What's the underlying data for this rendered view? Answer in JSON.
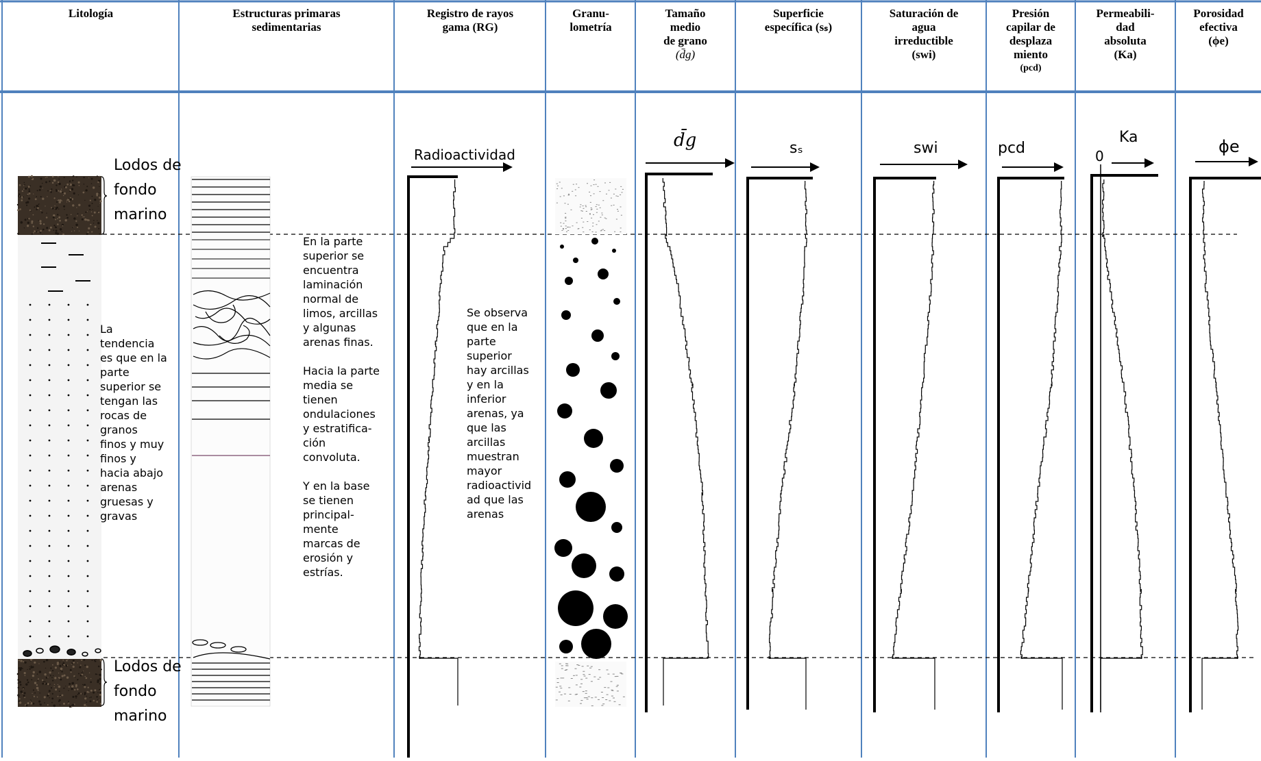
{
  "colors": {
    "grid": "#4f81bd",
    "mud": "#3a2f25",
    "ink": "#000000"
  },
  "headers": [
    {
      "id": "litologia",
      "lines": [
        "Litología"
      ]
    },
    {
      "id": "estructuras",
      "lines": [
        "Estructuras primaras",
        "sedimentarias"
      ]
    },
    {
      "id": "rg",
      "lines": [
        "Registro de rayos",
        "gama (RG)"
      ]
    },
    {
      "id": "granulometria",
      "lines": [
        "Granu-",
        "lometría"
      ]
    },
    {
      "id": "tamano",
      "lines": [
        "Tamaño",
        "medio",
        "de grano",
        "(d̄g)"
      ]
    },
    {
      "id": "superficie",
      "lines": [
        "Superficie",
        "específica (sₛ)"
      ]
    },
    {
      "id": "saturacion",
      "lines": [
        "Saturación de",
        "agua",
        "irreductible",
        "(swi)"
      ]
    },
    {
      "id": "presion",
      "lines": [
        "Presión",
        "capilar de",
        "desplaza",
        "miento",
        "(pcd)"
      ]
    },
    {
      "id": "permeabilidad",
      "lines": [
        "Permeabili-",
        "dad",
        "absoluta",
        "(Ka)"
      ]
    },
    {
      "id": "porosidad",
      "lines": [
        "Porosidad",
        "efectiva",
        "(ϕe)"
      ]
    }
  ],
  "lithology": {
    "top_label": [
      "Lodos de",
      "fondo",
      "marino"
    ],
    "bottom_label": [
      "Lodos de",
      "fondo",
      "marino"
    ],
    "note": [
      "La",
      "tendencia",
      "es que en la",
      "parte",
      "superior se",
      "tengan las",
      "rocas de",
      "granos",
      "finos y muy",
      "finos y",
      "hacia abajo",
      "arenas",
      "gruesas y",
      "gravas"
    ]
  },
  "structures_note": [
    "En la parte",
    "superior se",
    "encuentra",
    "laminación",
    "normal de",
    "limos, arcillas",
    "y algunas",
    "arenas finas.",
    "",
    "Hacia la parte",
    "media se",
    "tienen",
    "ondulaciones",
    "y estratifica-",
    "ción",
    "convoluta.",
    "",
    "Y en la base",
    "se tienen",
    "principal-",
    "mente",
    "marcas de",
    "erosión y",
    "estrías."
  ],
  "rg_note": [
    "Se observa",
    "que en la",
    "parte",
    "superior",
    "hay arcillas",
    "y en la",
    "inferior",
    "arenas, ya",
    "que las",
    "arcillas",
    "muestran",
    "mayor",
    "radioactivid",
    "ad que las",
    "arenas"
  ],
  "curve_labels": {
    "rg": "Radioactividad",
    "tamano": "d̄g",
    "superficie": "sₛ",
    "saturacion": "swi",
    "presion": "pcd",
    "permeabilidad": "Ka",
    "permeabilidad_zero": "0",
    "porosidad": "ϕe"
  }
}
